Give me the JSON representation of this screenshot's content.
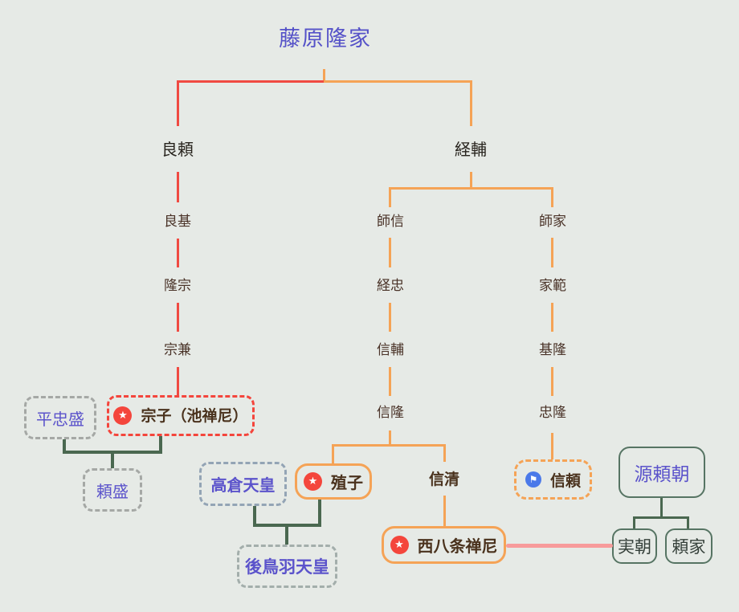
{
  "title": {
    "label": "藤原隆家"
  },
  "icons": {
    "star": "★",
    "flag": "⚑"
  },
  "people": {
    "yoshiyori": {
      "label": "良頼"
    },
    "tsunesuke": {
      "label": "経輔"
    },
    "yoshimoto": {
      "label": "良基"
    },
    "takamune": {
      "label": "隆宗"
    },
    "munekane": {
      "label": "宗兼"
    },
    "moronobu": {
      "label": "師信"
    },
    "tsunetada": {
      "label": "経忠"
    },
    "nobusuke": {
      "label": "信輔"
    },
    "nobutaka": {
      "label": "信隆"
    },
    "moroie": {
      "label": "師家"
    },
    "ienori": {
      "label": "家範"
    },
    "mototaka": {
      "label": "基隆"
    },
    "tadataka": {
      "label": "忠隆"
    },
    "taira_tadamori": {
      "label": "平忠盛"
    },
    "muneko": {
      "label": "宗子（池禅尼）"
    },
    "yorimori": {
      "label": "頼盛"
    },
    "takakura": {
      "label": "高倉天皇"
    },
    "shokushi": {
      "label": "殖子"
    },
    "nobukiyo": {
      "label": "信清"
    },
    "nobuyori": {
      "label": "信頼"
    },
    "gotoba": {
      "label": "後鳥羽天皇"
    },
    "nishihachijo": {
      "label": "西八条禅尼"
    },
    "yoritomo": {
      "label": "源頼朝"
    },
    "sanetomo": {
      "label": "実朝"
    },
    "yoriie": {
      "label": "頼家"
    }
  },
  "relations": {
    "parent_child": [
      "藤原隆家→良頼",
      "藤原隆家→経輔",
      "良頼→良基",
      "良基→隆宗",
      "隆宗→宗兼",
      "宗兼→宗子（池禅尼）",
      "経輔→師信",
      "経輔→師家",
      "師信→経忠",
      "経忠→信輔",
      "信輔→信隆",
      "信隆→殖子",
      "信隆→信清",
      "師家→家範",
      "家範→基隆",
      "基隆→忠隆",
      "忠隆→信頼",
      "信清→西八条禅尼",
      "平忠盛+宗子（池禅尼）→頼盛",
      "高倉天皇+殖子→後鳥羽天皇",
      "源頼朝→実朝",
      "源頼朝→頼家"
    ],
    "marriage": [
      "西八条禅尼—実朝"
    ]
  },
  "colors": {
    "background": "#e6eae6",
    "title_text": "#5552c8",
    "red_line": "#f04a42",
    "orange_line": "#f5a356",
    "green_connector": "#4a6850",
    "green_box_border": "#567463",
    "gray_dashed_border": "#a5a8a5",
    "red_dashed_border": "#f4453c",
    "blue_gray_dashed_border": "#93a4b5",
    "purple_text": "#5b53cb",
    "brown_text": "#4a321d",
    "pink_marriage_line": "#f79b9b",
    "star_icon_bg": "#f4463c",
    "flag_icon_bg": "#4b79e9"
  }
}
